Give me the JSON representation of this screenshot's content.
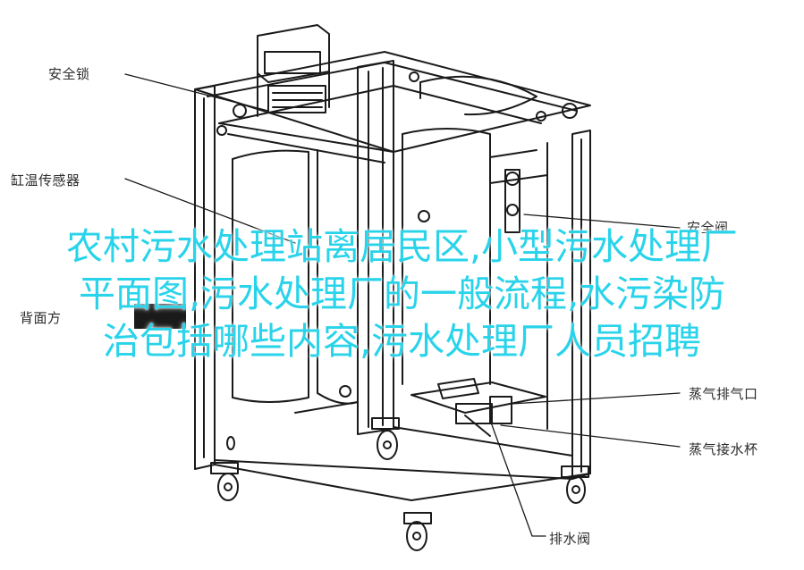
{
  "diagram": {
    "labels": {
      "safety_lock": "安全锁",
      "cylinder_temp_sensor": "缸温传感器",
      "back_panel": "背面方",
      "safety_valve": "安全阀",
      "steam_exhaust": "蒸气排气口",
      "steam_water_cup": "蒸气接水杯",
      "drain_valve": "排水阀"
    },
    "colors": {
      "line": "#1a1a1a",
      "overlay_text": "#29d3ea"
    }
  },
  "overlay_title": {
    "line1": "农村污水处理站离居民区,小型污水处理厂",
    "line2": "平面图,污水处理厂的一般流程,水污染防",
    "line3": "治包括哪些内容,污水处理厂人员招聘"
  }
}
